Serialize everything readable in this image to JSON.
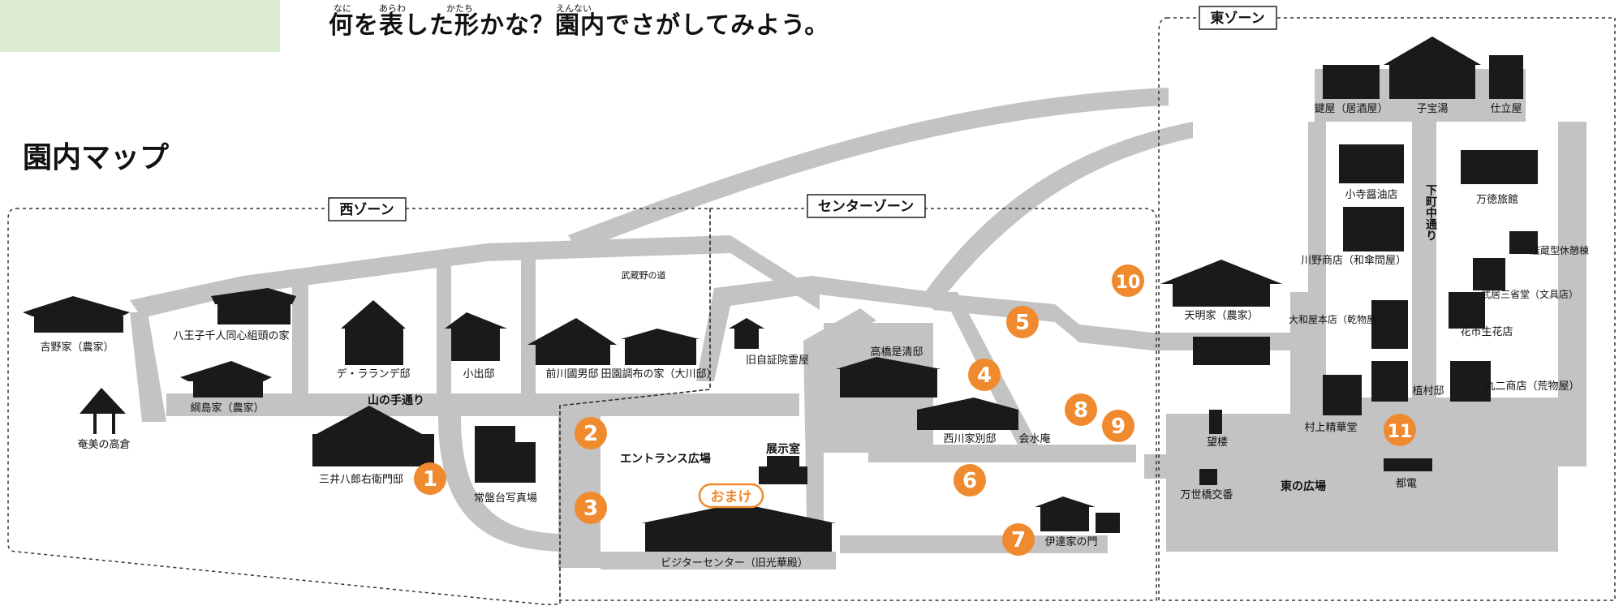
{
  "instruction": {
    "text": "何を表した形かな？園内でさがしてみよう。",
    "ruby": [
      "なに",
      "あらわ",
      "かたち",
      "えんない"
    ]
  },
  "title": "園内マップ",
  "zones": {
    "west": "西ゾーン",
    "center": "センターゾーン",
    "east": "東ゾーン"
  },
  "roads": {
    "musashino": "武蔵野の道",
    "yamanote": "山の手通り",
    "shitamachi": "下町中通り"
  },
  "areas": {
    "entrance": "エントランス広場",
    "higashi_hiroba": "東の広場"
  },
  "buildings": {
    "yoshino": "吉野家（農家）",
    "hachioji": "八王子千人同心組頭の家",
    "tsunashima": "綱島家（農家）",
    "amami": "奄美の高倉",
    "de_lalande": "デ・ラランデ邸",
    "mitsui": "三井八郎右衛門邸",
    "koide": "小出邸",
    "maekawa": "前川國男邸",
    "denen": "田園調布の家（大川邸）",
    "jobandai": "常盤台写真場",
    "shoreiya": "旧自証院霊屋",
    "takahashi": "高橋是清邸",
    "nishikawa": "西川家別邸",
    "aisuian": "会水庵",
    "tenjishitsu": "展示室",
    "visitor": "ビジターセンター（旧光華殿）",
    "date": "伊達家の門",
    "tenmei": "天明家（農家）",
    "kagiya": "鍵屋（居酒屋）",
    "kodakara": "子宝湯",
    "shitateya": "仕立屋",
    "kodera": "小寺醤油店",
    "kawano": "川野商店（和傘問屋）",
    "mantoku": "万徳旅館",
    "misegura": "店蔵型休憩棟",
    "takei": "武居三省堂（文具店）",
    "hanaichi": "花市生花店",
    "yamatoya": "大和屋本店（乾物屋）",
    "uemura": "植村邸",
    "murakami": "村上精華堂",
    "marufuta": "丸二商店（荒物屋）",
    "borou": "望楼",
    "mansei": "万世橋交番",
    "toden": "都電"
  },
  "omake": "おまけ",
  "markers": [
    "1",
    "2",
    "3",
    "4",
    "5",
    "6",
    "7",
    "8",
    "9",
    "10",
    "11"
  ],
  "colors": {
    "road": "#c3c3c3",
    "marker": "#f08a2e",
    "bg_box": "#dcebd3"
  }
}
